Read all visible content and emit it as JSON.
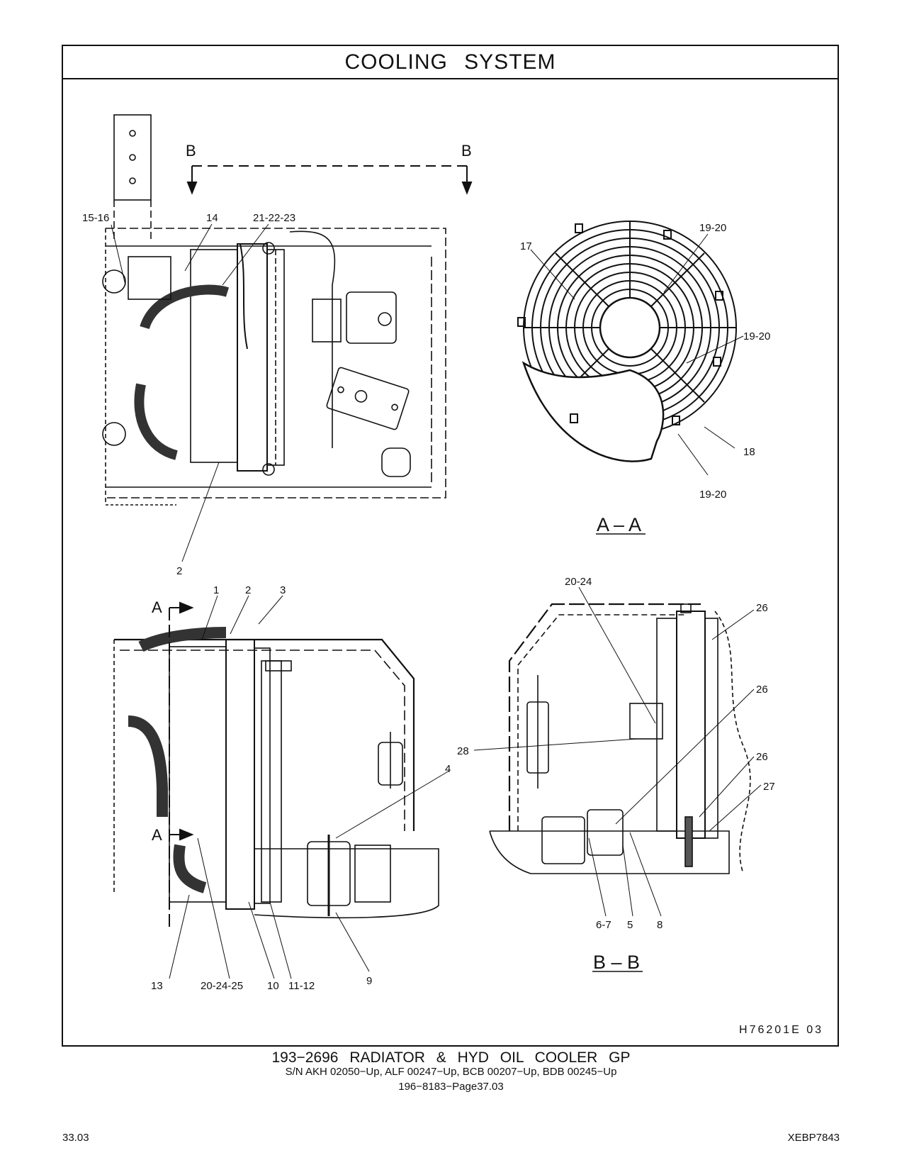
{
  "page": {
    "title": "COOLING SYSTEM",
    "drawing_id": "H76201E   03"
  },
  "views": {
    "section_b": "B",
    "section_a": "A",
    "label_aa": "A – A",
    "label_bb": "B – B"
  },
  "callouts": {
    "top_left": [
      "15-16",
      "14",
      "21-22-23",
      "2"
    ],
    "fan_guard": [
      "17",
      "19-20",
      "19-20",
      "18",
      "19-20"
    ],
    "bottom_left": [
      "1",
      "2",
      "3",
      "4",
      "13",
      "20-24-25",
      "10",
      "11-12",
      "9"
    ],
    "bottom_right": [
      "20-24",
      "26",
      "26",
      "28",
      "26",
      "27",
      "6-7",
      "5",
      "8"
    ]
  },
  "footer": {
    "title": "193−2696  RADIATOR & HYD OIL COOLER GP",
    "serials": "S/N AKH 02050−Up, ALF 00247−Up, BCB 00207−Up, BDB 00245−Up",
    "page_ref": "196−8183−Page37.03"
  },
  "corners": {
    "left": "33.03",
    "right": "XEBP7843"
  }
}
